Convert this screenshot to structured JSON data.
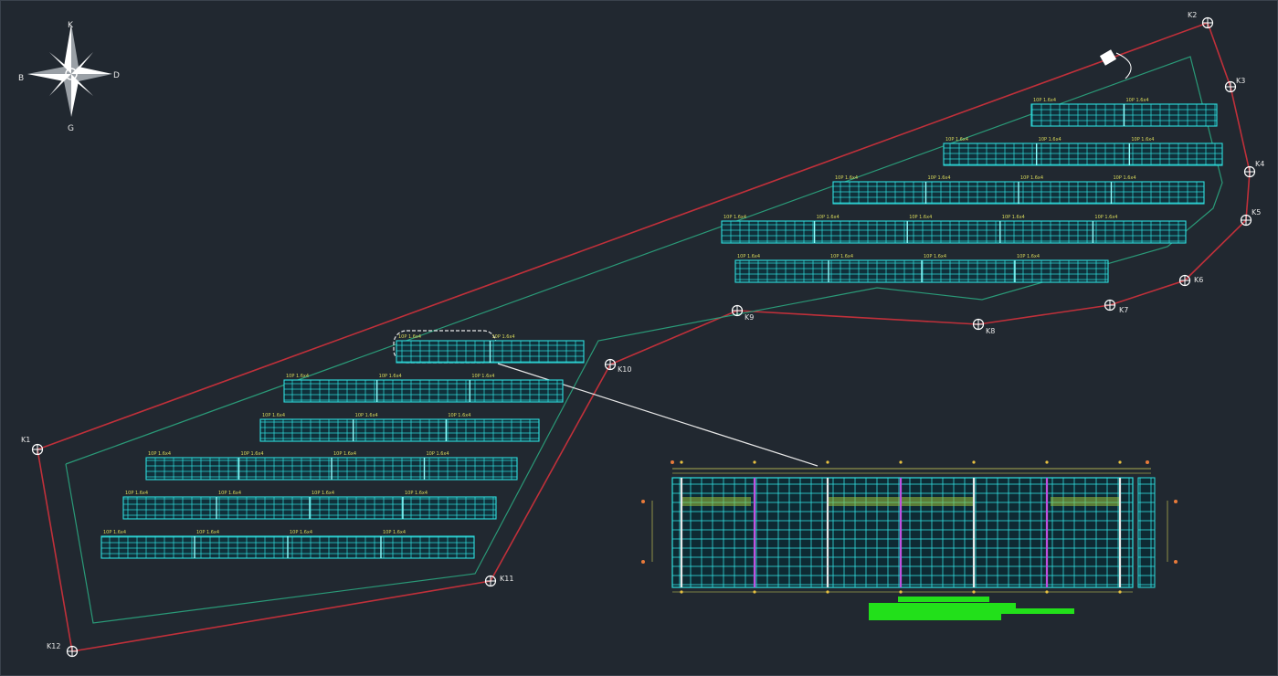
{
  "compass": {
    "north": "K",
    "south": "G",
    "east": "D",
    "west": "B"
  },
  "boundary_markers": [
    "K1",
    "K2",
    "K3",
    "K4",
    "K5",
    "K6",
    "K7",
    "K8",
    "K9",
    "K10",
    "K11",
    "K12"
  ],
  "panel_label": "10P 1.6x4",
  "colors": {
    "background": "#212830",
    "boundary_line": "#c0303a",
    "setback_line": "#2a9a78",
    "panel_frame": "#2fe0e0",
    "panel_label": "#d8d85a",
    "detail_highlight": "#c050e0",
    "legend_bar": "#22e01a"
  }
}
